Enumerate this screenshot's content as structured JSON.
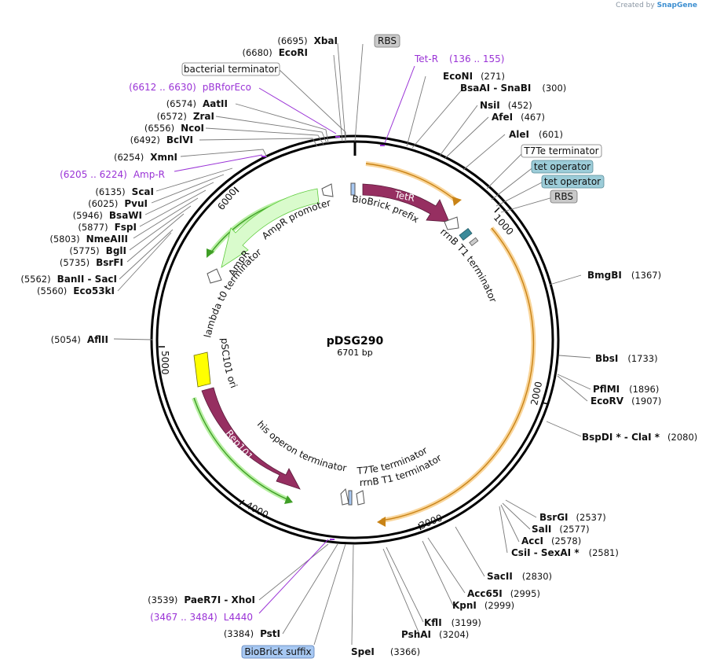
{
  "credit": {
    "prefix": "Created by",
    "brand": "SnapGene"
  },
  "plasmid": {
    "name": "pDSG290",
    "size": "6701 bp"
  },
  "ticks": [
    "1000",
    "2000",
    "3000",
    "4000",
    "5000",
    "6000"
  ],
  "sites": [
    {
      "name": "XbaI",
      "pos": "(6695)"
    },
    {
      "name": "EcoRI",
      "pos": "(6680)"
    },
    {
      "name": "AatII",
      "pos": "(6574)"
    },
    {
      "name": "ZraI",
      "pos": "(6572)"
    },
    {
      "name": "NcoI",
      "pos": "(6556)"
    },
    {
      "name": "BclVI",
      "pos": "(6492)"
    },
    {
      "name": "XmnI",
      "pos": "(6254)"
    },
    {
      "name": "ScaI",
      "pos": "(6135)"
    },
    {
      "name": "PvuI",
      "pos": "(6025)"
    },
    {
      "name": "BsaWI",
      "pos": "(5946)"
    },
    {
      "name": "FspI",
      "pos": "(5877)"
    },
    {
      "name": "NmeAIII",
      "pos": "(5803)"
    },
    {
      "name": "BglI",
      "pos": "(5775)"
    },
    {
      "name": "BsrFI",
      "pos": "(5735)"
    },
    {
      "name": "BanII  -  SacI",
      "pos": "(5562)"
    },
    {
      "name": "Eco53kI",
      "pos": "(5560)"
    },
    {
      "name": "AflII",
      "pos": "(5054)"
    },
    {
      "name": "EcoNI",
      "pos": "(271)"
    },
    {
      "name": "BsaAI  -  SnaBI",
      "pos": "(300)"
    },
    {
      "name": "NsiI",
      "pos": "(452)"
    },
    {
      "name": "AfeI",
      "pos": "(467)"
    },
    {
      "name": "AleI",
      "pos": "(601)"
    },
    {
      "name": "BmgBI",
      "pos": "(1367)"
    },
    {
      "name": "BbsI",
      "pos": "(1733)"
    },
    {
      "name": "PflMI",
      "pos": "(1896)"
    },
    {
      "name": "EcoRV",
      "pos": "(1907)"
    },
    {
      "name": "BspDI *  -  ClaI *",
      "pos": "(2080)"
    },
    {
      "name": "BsrGI",
      "pos": "(2537)"
    },
    {
      "name": "SalI",
      "pos": "(2577)"
    },
    {
      "name": "AccI",
      "pos": "(2578)"
    },
    {
      "name": "CsiI  -  SexAI *",
      "pos": "(2581)"
    },
    {
      "name": "SacII",
      "pos": "(2830)"
    },
    {
      "name": "Acc65I",
      "pos": "(2995)"
    },
    {
      "name": "KpnI",
      "pos": "(2999)"
    },
    {
      "name": "KflI",
      "pos": "(3199)"
    },
    {
      "name": "PshAI",
      "pos": "(3204)"
    },
    {
      "name": "SpeI",
      "pos": "(3366)"
    },
    {
      "name": "PstI",
      "pos": "(3384)"
    },
    {
      "name": "PaeR7I  -  XhoI",
      "pos": "(3539)"
    }
  ],
  "primers": [
    {
      "name": "Tet-R",
      "range": "(136 .. 155)"
    },
    {
      "name": "pBRforEco",
      "range": "(6612 .. 6630)"
    },
    {
      "name": "Amp-R",
      "range": "(6205 .. 6224)"
    },
    {
      "name": "L4440",
      "range": "(3467 .. 3484)"
    }
  ],
  "boxes": {
    "rbs_top": "RBS",
    "bacterial_terminator": "bacterial terminator",
    "t7te_terminator": "T7Te terminator",
    "tet_operator_1": "tet operator",
    "tet_operator_2": "tet operator",
    "rbs_right": "RBS",
    "biobrick_suffix": "BioBrick suffix"
  },
  "features": {
    "tetr": "TetR",
    "rep101": "Rep101",
    "biobrick_prefix": "BioBrick prefix",
    "ampr_promoter": "AmpR promoter",
    "ampr": "AmpR",
    "lambda_t0": "lambda t0 terminator",
    "psc101_ori": "pSC101 ori",
    "rrnb_t1_right": "rrnB T1 terminator",
    "his_operon": "his operon terminator",
    "t7te_inner": "T7Te terminator",
    "rrnb_t1_inner": "rrnB T1 terminator"
  },
  "colors": {
    "cds": "#962f61",
    "promoter_fill": "#d9fbcc",
    "promoter_edge": "#5fcc3e",
    "orf_arc": "#f4a329",
    "origin": "#ffff00",
    "primer": "#9a33d6",
    "box_grey": "#c9c9c9",
    "box_teal": "#9cccd8",
    "box_blue": "#a7c8f2"
  }
}
